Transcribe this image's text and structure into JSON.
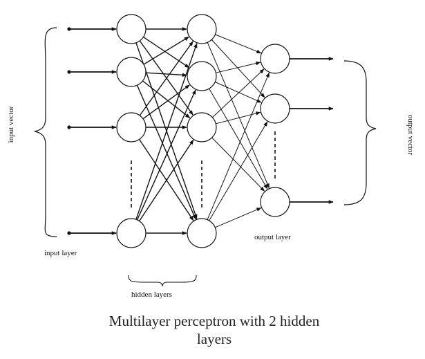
{
  "labels": {
    "input_vector": "input vector",
    "output_vector": "output vector",
    "input_layer": "input layer",
    "hidden_layers": "hidden layers",
    "output_layer": "output layer"
  },
  "caption": {
    "line1": "Multilayer perceptron with 2 hidden",
    "line2": "layers"
  },
  "network": {
    "inputs_shown": 4,
    "hidden1_nodes_shown": 4,
    "hidden2_nodes_shown": 4,
    "output_nodes_shown": 3,
    "outputs_shown": 3,
    "ellipsis_between_last_nodes": true
  },
  "colors": {
    "stroke": "#111111",
    "background": "#ffffff"
  }
}
